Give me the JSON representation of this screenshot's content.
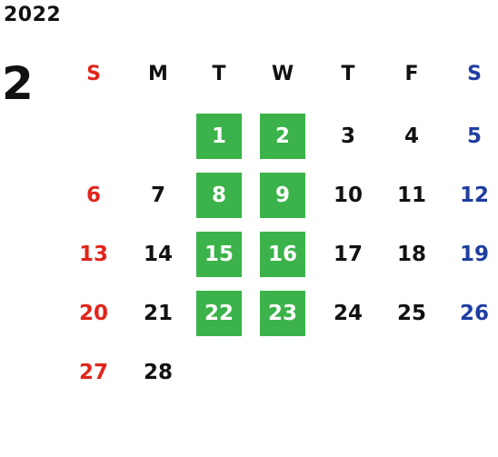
{
  "year": "2022",
  "month": "2",
  "weekdays": [
    "S",
    "M",
    "T",
    "W",
    "T",
    "F",
    "S"
  ],
  "colors": {
    "sunday": "#e0251b",
    "saturday": "#1f3ea0",
    "highlight_bg": "#3bb34a",
    "highlight_text": "#ffffff",
    "default_text": "#111111"
  },
  "weeks": [
    [
      null,
      null,
      {
        "day": "1",
        "hl": true
      },
      {
        "day": "2",
        "hl": true
      },
      {
        "day": "3"
      },
      {
        "day": "4"
      },
      {
        "day": "5"
      }
    ],
    [
      {
        "day": "6"
      },
      {
        "day": "7"
      },
      {
        "day": "8",
        "hl": true
      },
      {
        "day": "9",
        "hl": true
      },
      {
        "day": "10"
      },
      {
        "day": "11"
      },
      {
        "day": "12"
      }
    ],
    [
      {
        "day": "13"
      },
      {
        "day": "14"
      },
      {
        "day": "15",
        "hl": true
      },
      {
        "day": "16",
        "hl": true
      },
      {
        "day": "17"
      },
      {
        "day": "18"
      },
      {
        "day": "19"
      }
    ],
    [
      {
        "day": "20"
      },
      {
        "day": "21"
      },
      {
        "day": "22",
        "hl": true
      },
      {
        "day": "23",
        "hl": true
      },
      {
        "day": "24"
      },
      {
        "day": "25"
      },
      {
        "day": "26"
      }
    ],
    [
      {
        "day": "27"
      },
      {
        "day": "28"
      },
      null,
      null,
      null,
      null,
      null
    ]
  ]
}
